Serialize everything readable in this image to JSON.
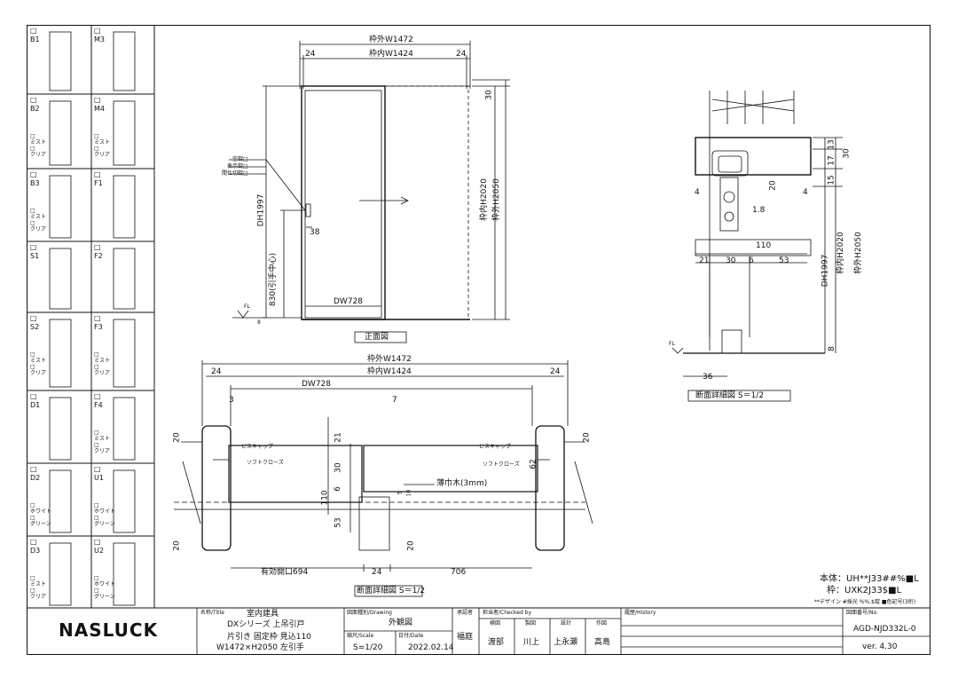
{
  "catalog": [
    {
      "code": "B1",
      "notes": []
    },
    {
      "code": "M3",
      "notes": []
    },
    {
      "code": "B2",
      "notes": [
        "ミスト",
        "クリア"
      ]
    },
    {
      "code": "M4",
      "notes": [
        "ミスト",
        "クリア"
      ]
    },
    {
      "code": "B3",
      "notes": [
        "ミスト",
        "クリア"
      ]
    },
    {
      "code": "F1",
      "notes": []
    },
    {
      "code": "S1",
      "notes": []
    },
    {
      "code": "F2",
      "notes": []
    },
    {
      "code": "S2",
      "notes": [
        "ミスト",
        "クリア"
      ]
    },
    {
      "code": "F3",
      "notes": [
        "ミスト",
        "クリア"
      ]
    },
    {
      "code": "D1",
      "notes": []
    },
    {
      "code": "F4",
      "notes": [
        "ミスト",
        "クリア"
      ]
    },
    {
      "code": "D2",
      "notes": [
        "ホワイト",
        "グリーン"
      ]
    },
    {
      "code": "U1",
      "notes": [
        "ホワイト",
        "グリーン"
      ]
    },
    {
      "code": "D3",
      "notes": [
        "ミスト",
        "クリア"
      ]
    },
    {
      "code": "U2",
      "notes": [
        "ホワイト",
        "グリーン"
      ]
    }
  ],
  "front": {
    "w_outer": "枠外W1472",
    "w_inner": "枠内W1424",
    "d24a": "24",
    "d24b": "24",
    "d30": "30",
    "h_inner": "枠内H2020",
    "h_outer": "枠外H2050",
    "dh": "DH1997",
    "h_handle": "830(引手中心)",
    "d38": "38",
    "dw": "DW728",
    "fl": "FL",
    "d8": "8",
    "notes": [
      "空錠□",
      "表示錠□",
      "間仕切錠□"
    ],
    "caption": "正面図"
  },
  "plan": {
    "w_outer": "枠外W1472",
    "w_inner": "枠内W1424",
    "d24a": "24",
    "d24b": "24",
    "dw": "DW728",
    "d3": "3",
    "d7": "7",
    "d20a": "20",
    "d20b": "20",
    "d20c": "20",
    "d20d": "20",
    "d21": "21",
    "d30": "30",
    "d6": "6",
    "d110": "110",
    "d53": "53",
    "d62": "62",
    "d5": "5",
    "d10": "10",
    "screw_cap_l": "ビスキャップ",
    "screw_cap_r": "ビスキャップ",
    "soft_l": "ソフトクローズ",
    "soft_r": "ソフトクローズ",
    "trim": "薄巾木(3mm)",
    "opening": "有効開口694",
    "d24c": "24",
    "d706": "706",
    "caption": "断面詳細図 S＝1/2"
  },
  "section": {
    "d13": "13",
    "d17": "17",
    "d15": "15",
    "d30": "30",
    "d20": "20",
    "d4a": "4",
    "d4b": "4",
    "d1_8": "1.8",
    "d110": "110",
    "d21": "21",
    "d30b": "30",
    "d6": "6",
    "d53": "53",
    "dh": "DH1997",
    "h_inner": "枠内H2020",
    "h_outer": "枠外H2050",
    "fl": "FL",
    "d8": "8",
    "d36": "36",
    "caption": "断面詳細図 S＝1/2"
  },
  "spec": {
    "body": "本体：UH**J33##%■L",
    "frame": "枠：UXK2J33$■L",
    "note": "**デザイン #採光 %%.$錠 ■色記号(3桁)"
  },
  "titleblock": {
    "logo": "NASLUCK",
    "title_label": "名称/Title",
    "title1": "室内建具",
    "title2": "DXシリーズ 上吊引戸",
    "title3": "片引き 固定枠 見込110",
    "title4": "W1472×H2050 左引手",
    "drawing_label": "図面種別/Drawing",
    "drawing": "外観図",
    "scale_label": "縮尺/Scale",
    "scale": "S=1/20",
    "date_label": "日付/Date",
    "date": "2022.02.14",
    "approve_label": "承認者",
    "approver": "福庭",
    "check_label": "担当者/Checked by",
    "checkers": [
      "渡部",
      "川上",
      "上永瀬",
      "高島"
    ],
    "check_heads": [
      "検図",
      "製図",
      "設計",
      "作図"
    ],
    "history_label": "履歴/History",
    "dwgno_label": "図面番号/No.",
    "dwgno": "AGD-NJD332L-0",
    "version": "ver. 4.30"
  }
}
